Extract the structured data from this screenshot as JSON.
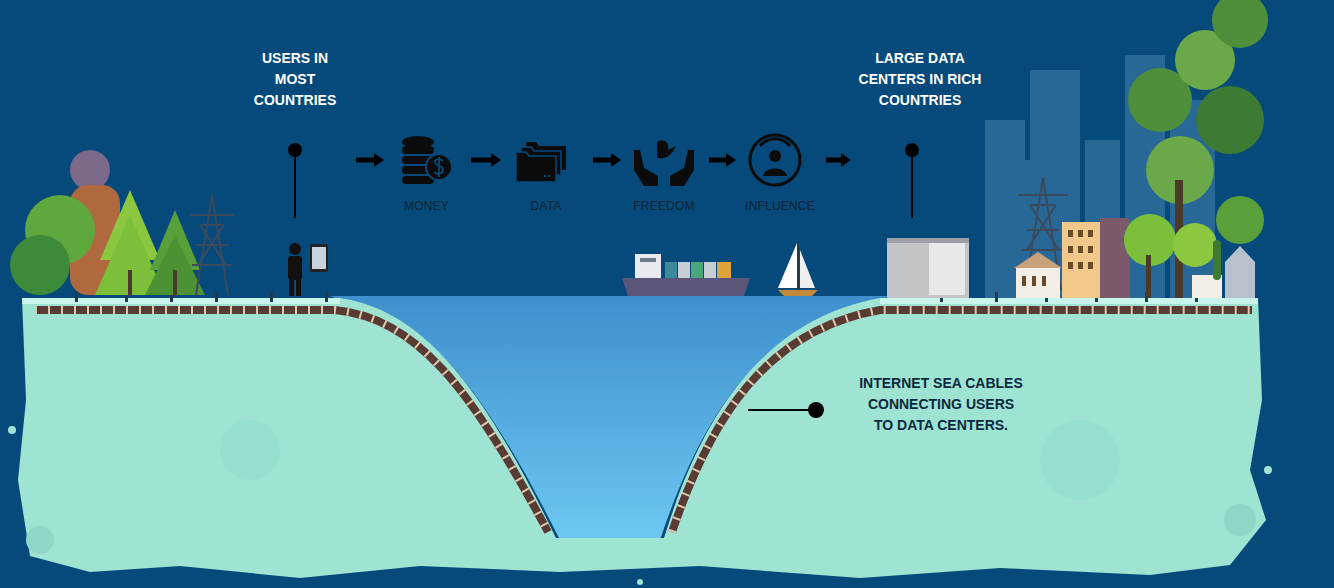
{
  "diagram": {
    "nodes": [
      {
        "text": [
          "USERS IN MOST COUNTRIES"
        ]
      },
      {
        "text": [
          "MONEY"
        ]
      },
      {
        "text": [
          "DATA"
        ]
      },
      {
        "text": [
          "FREEDOM"
        ]
      },
      {
        "text": [
          "INFLUENCE"
        ]
      },
      {
        "text": [
          "LARGE DATA CENTERS IN RICH COUNTRIES"
        ]
      }
    ],
    "edges": [
      {
        "from": 0,
        "to": 1,
        "arrow": "to"
      },
      {
        "from": 1,
        "to": 2,
        "arrow": "to"
      },
      {
        "from": 2,
        "to": 3,
        "arrow": "to"
      },
      {
        "from": 3,
        "to": 4,
        "arrow": "to"
      },
      {
        "from": 4,
        "to": 5,
        "arrow": "to"
      }
    ],
    "labels": [
      "INTERNET SEA CABLES CONNECTING USERS TO DATA CENTERS."
    ]
  }
}
